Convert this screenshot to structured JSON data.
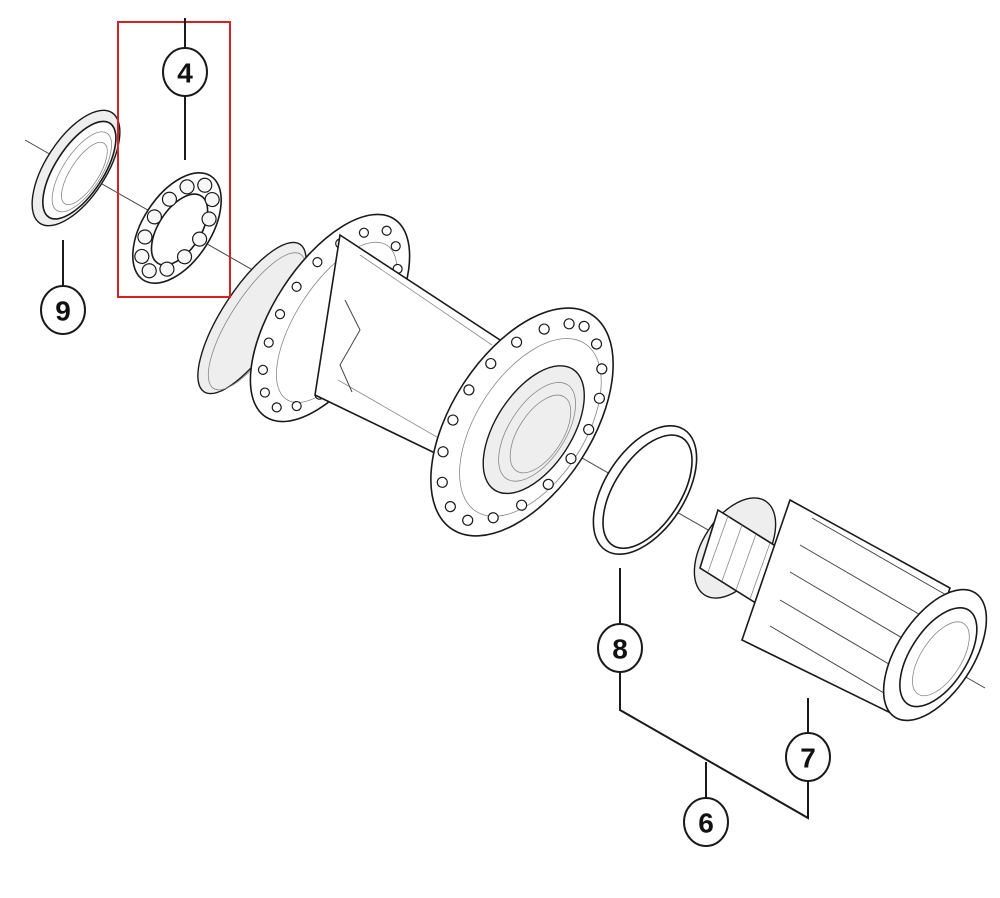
{
  "callouts": {
    "c4": "4",
    "c6": "6",
    "c7": "7",
    "c8": "8",
    "c9": "9"
  },
  "colors": {
    "highlight": "#d42222",
    "line": "#1a1a1a",
    "background": "#ffffff"
  }
}
